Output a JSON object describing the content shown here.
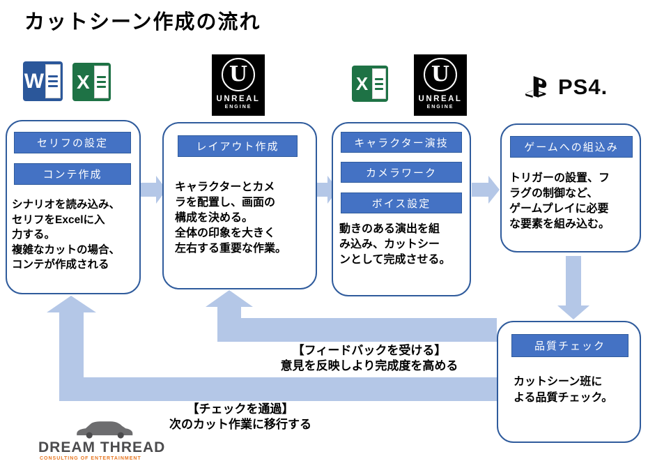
{
  "title": "カットシーン作成の流れ",
  "colors": {
    "button_blue": "#4472C4",
    "box_border": "#2F5B9C",
    "arrow_fill": "#B4C7E7",
    "word_blue": "#2B579A",
    "excel_green": "#1E7245",
    "unreal_bg": "#000000",
    "brand_orange": "#E87722"
  },
  "icons": {
    "word_letter": "W",
    "excel_letter": "X",
    "unreal": {
      "glyph": "U",
      "name": "UNREAL",
      "sub": "ENGINE"
    },
    "ps4_wordmark": "PS4."
  },
  "steps": [
    {
      "buttons": [
        "セリフの設定",
        "コンテ作成"
      ],
      "body": "シナリオを読み込み、\nセリフをExcelに入\n力する。\n複雑なカットの場合、\nコンテが作成される"
    },
    {
      "buttons": [
        "レイアウト作成"
      ],
      "body": "キャラクターとカメ\nラを配置し、画面の\n構成を決める。\n全体の印象を大きく\n左右する重要な作業。"
    },
    {
      "buttons": [
        "キャラクター演技",
        "カメラワーク",
        "ボイス設定"
      ],
      "body": "動きのある演出を組\nみ込み、カットシー\nンとして完成させる。"
    },
    {
      "buttons": [
        "ゲームへの組込み"
      ],
      "body": "トリガーの設置、フ\nラグの制御など、\nゲームプレイに必要\nな要素を組み込む。"
    },
    {
      "buttons": [
        "品質チェック"
      ],
      "body": "カットシーン班に\nよる品質チェック。"
    }
  ],
  "feedback_arrow": {
    "line1": "【フィードバックを受ける】",
    "line2": "意見を反映しより完成度を高める"
  },
  "pass_arrow": {
    "line1": "【チェックを通過】",
    "line2": "次のカット作業に移行する"
  },
  "brand": {
    "name": "DREAM THREAD",
    "tagline": "CONSULTING OF ENTERTAINMENT"
  }
}
